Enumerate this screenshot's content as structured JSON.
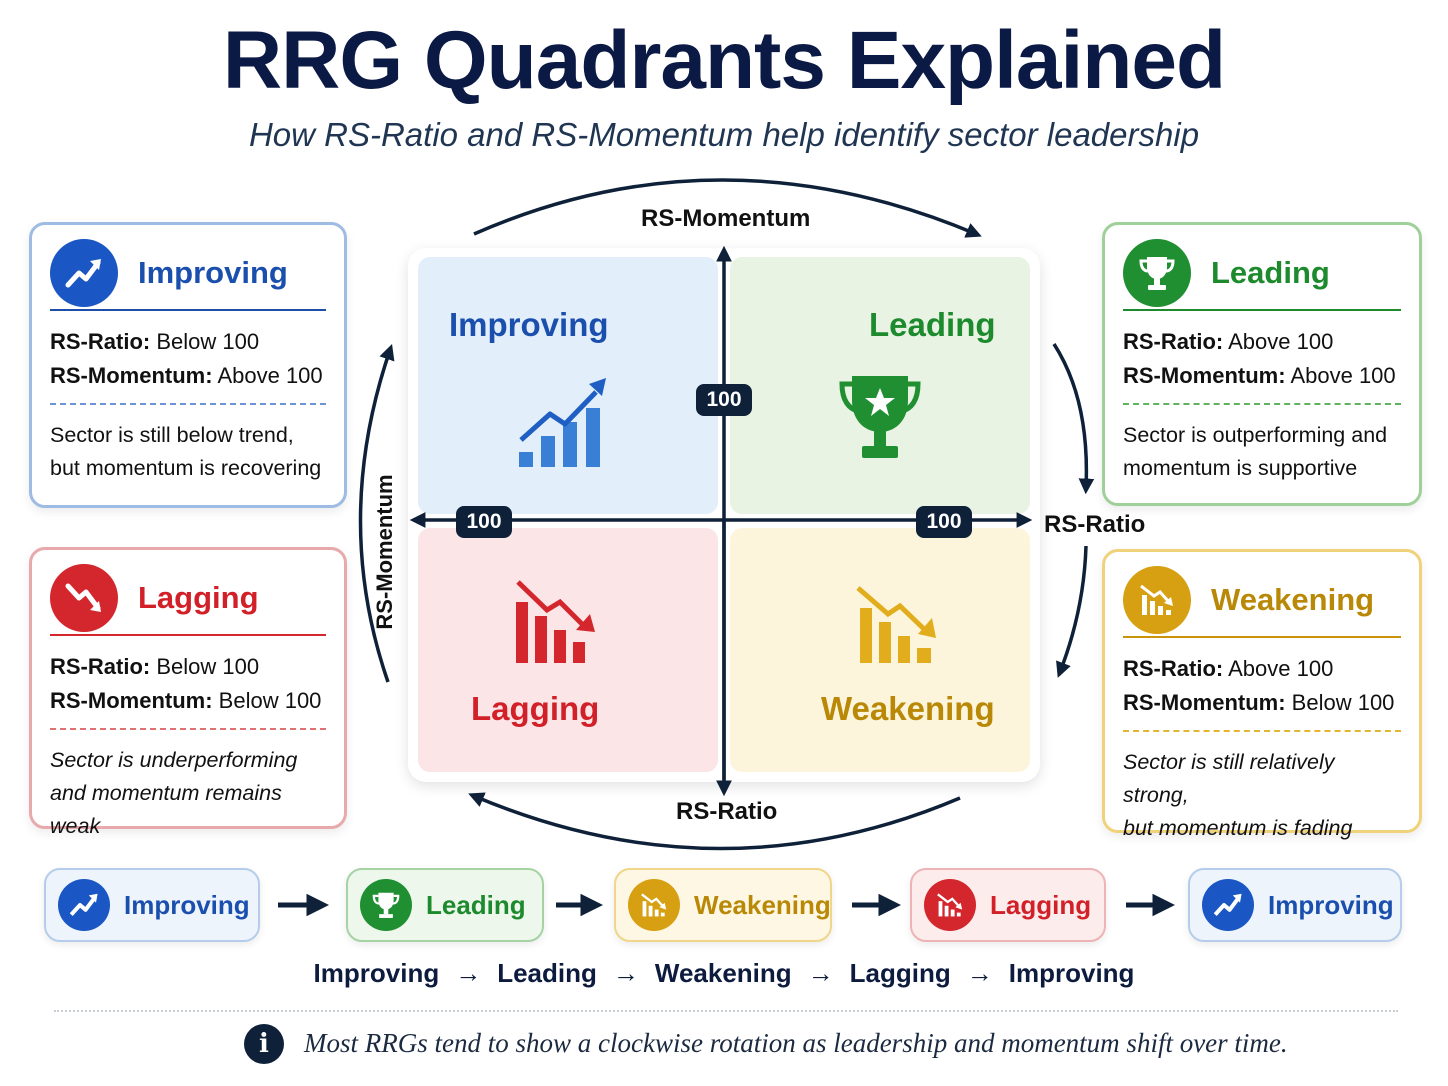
{
  "header": {
    "title": "RRG Quadrants Explained",
    "subtitle": "How RS-Ratio and RS-Momentum help identify sector leadership"
  },
  "colors": {
    "improving": "#1a56c4",
    "leading": "#1f8f32",
    "weakening": "#d6a012",
    "lagging": "#d3262d",
    "navy": "#0e2139"
  },
  "cards": {
    "improving": {
      "title": "Improving",
      "icon": "trending-up-icon",
      "ratio_label": "RS-Ratio:",
      "ratio_value": "Below 100",
      "momentum_label": "RS-Momentum:",
      "momentum_value": "Above 100",
      "desc_line1": "Sector is still below trend,",
      "desc_line2": "but momentum is recovering"
    },
    "lagging": {
      "title": "Lagging",
      "icon": "trending-down-icon",
      "ratio_label": "RS-Ratio:",
      "ratio_value": "Below 100",
      "momentum_label": "RS-Momentum:",
      "momentum_value": "Below 100",
      "desc_line1": "Sector is underperforming",
      "desc_line2": "and momentum remains weak"
    },
    "leading": {
      "title": "Leading",
      "icon": "trophy-icon",
      "ratio_label": "RS-Ratio:",
      "ratio_value": "Above 100",
      "momentum_label": "RS-Momentum:",
      "momentum_value": "Above 100",
      "desc_line1": "Sector is outperforming and",
      "desc_line2": "momentum is supportive"
    },
    "weakening": {
      "title": "Weakening",
      "icon": "bar-chart-down-icon",
      "ratio_label": "RS-Ratio:",
      "ratio_value": "Above 100",
      "momentum_label": "RS-Momentum:",
      "momentum_value": "Below 100",
      "desc_line1": "Sector is still relatively strong,",
      "desc_line2": "but momentum is fading"
    }
  },
  "diagram": {
    "q_improving": "Improving",
    "q_leading": "Leading",
    "q_lagging": "Lagging",
    "q_weakening": "Weakening",
    "axis_top": "RS-Momentum",
    "axis_left": "RS-Momentum",
    "axis_right": "RS-Ratio",
    "axis_bottom": "RS-Ratio",
    "center_value_top": "100",
    "center_value_left": "100",
    "center_value_right": "100"
  },
  "flow": {
    "steps": [
      {
        "label": "Improving",
        "icon": "trending-up-icon"
      },
      {
        "label": "Leading",
        "icon": "trophy-icon"
      },
      {
        "label": "Weakening",
        "icon": "bar-chart-down-icon"
      },
      {
        "label": "Lagging",
        "icon": "bar-chart-down-icon"
      },
      {
        "label": "Improving",
        "icon": "trending-up-icon"
      }
    ],
    "sequence": [
      "Improving",
      "Leading",
      "Weakening",
      "Lagging",
      "Improving"
    ],
    "sequence_arrow": "→"
  },
  "footer": {
    "info_icon": "info-icon",
    "info_glyph": "i",
    "note": "Most RRGs tend to show a clockwise rotation as leadership and momentum shift over time."
  }
}
